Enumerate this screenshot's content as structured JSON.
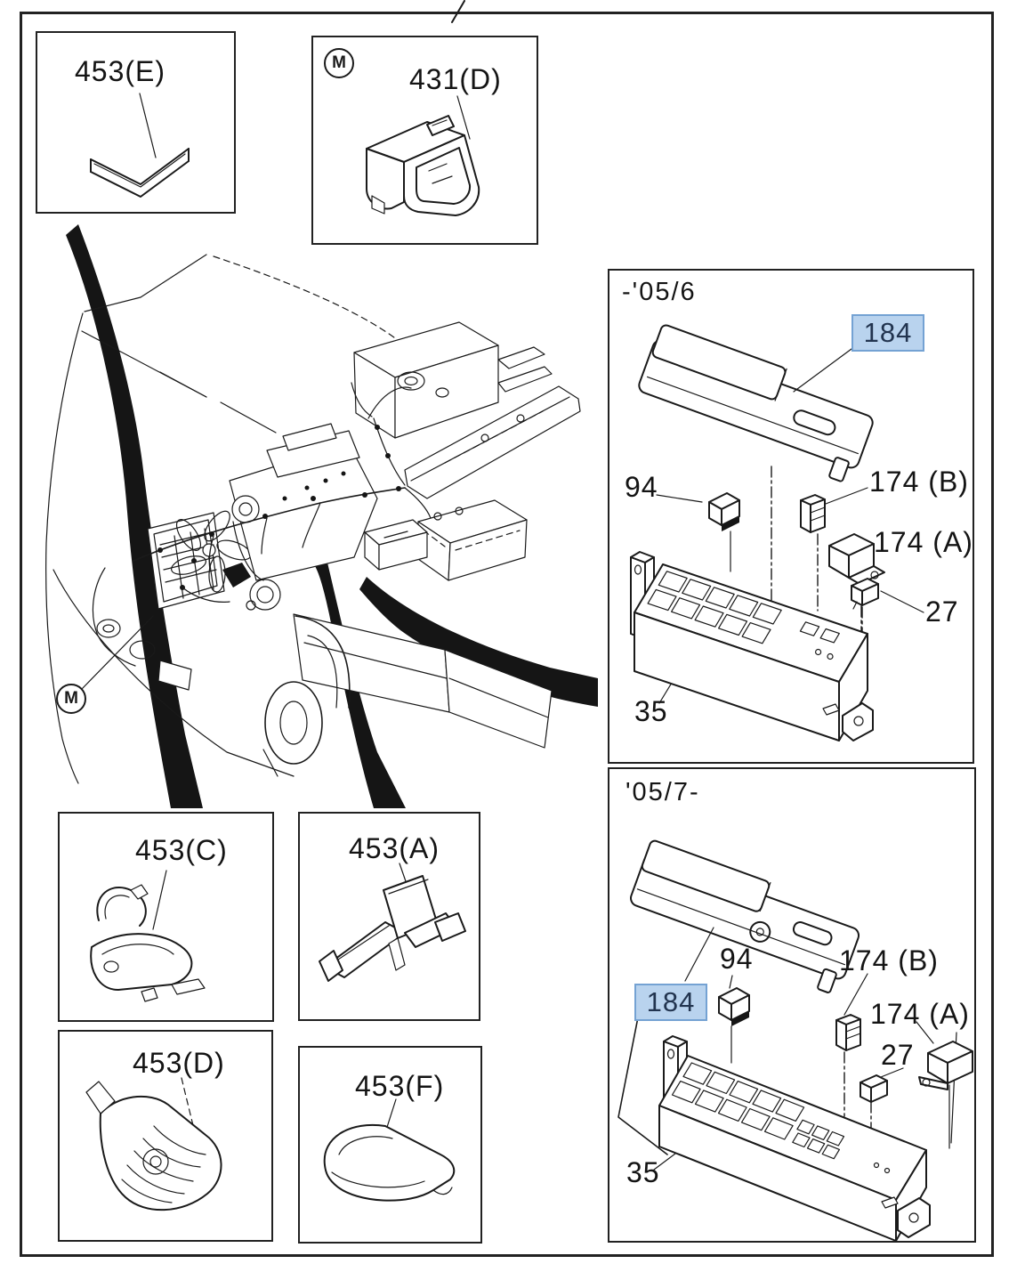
{
  "insets": {
    "e453": {
      "label": "453(E)"
    },
    "d431": {
      "label": "431(D)",
      "marker": "M"
    },
    "c453": {
      "label": "453(C)"
    },
    "a453": {
      "label": "453(A)"
    },
    "d453": {
      "label": "453(D)"
    },
    "f453": {
      "label": "453(F)"
    }
  },
  "main": {
    "marker": "M"
  },
  "panels": {
    "early": {
      "header": "-'05/6",
      "labels": {
        "cover": "184",
        "relay94": "94",
        "fuse174b": "174 (B)",
        "relay174a": "174 (A)",
        "fuse27": "27",
        "box35": "35"
      }
    },
    "late": {
      "header": "'05/7-",
      "labels": {
        "cover": "184",
        "relay94": "94",
        "fuse174b": "174 (B)",
        "relay174a": "174 (A)",
        "fuse27": "27",
        "box35": "35"
      }
    }
  },
  "colors": {
    "ink": "#1a1a1a",
    "paper": "#ffffff",
    "highlight_fill": "#b9d3ee",
    "highlight_border": "#74a2d3",
    "highlight_text": "#22344f"
  }
}
